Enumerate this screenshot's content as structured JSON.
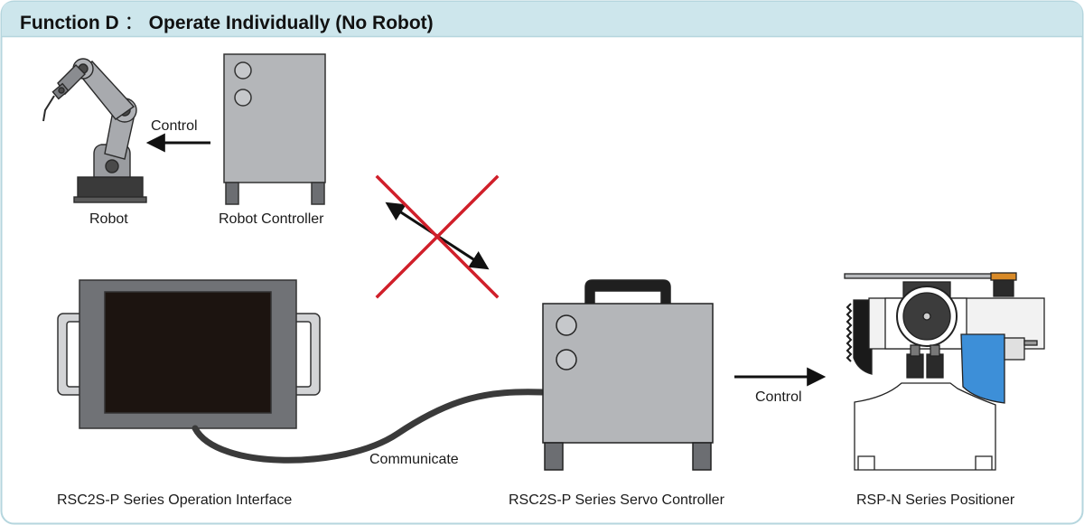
{
  "header": {
    "title_left": "Function D",
    "title_separator": "：",
    "title_right": "Operate Individually (No Robot)"
  },
  "labels": {
    "robot": "Robot",
    "robot_controller": "Robot Controller",
    "control_top": "Control",
    "operation_interface": "RSC2S-P Series Operation Interface",
    "communicate": "Communicate",
    "servo_controller": "RSC2S-P Series Servo Controller",
    "control_bottom": "Control",
    "positioner": "RSP-N Series Positioner"
  },
  "colors": {
    "header_bg": "#cde6ec",
    "frame_border": "#b5d6de",
    "cabinet_gray": "#b4b6b9",
    "screen_bezel": "#707276",
    "screen": "#1c1410",
    "cross_red": "#d01f2a",
    "positioner_blue": "#3d8fd8"
  },
  "icons": [
    "robot-arm-icon",
    "cabinet-icon",
    "tablet-icon",
    "positioner-icon",
    "arrow-icon",
    "cross-icon"
  ]
}
